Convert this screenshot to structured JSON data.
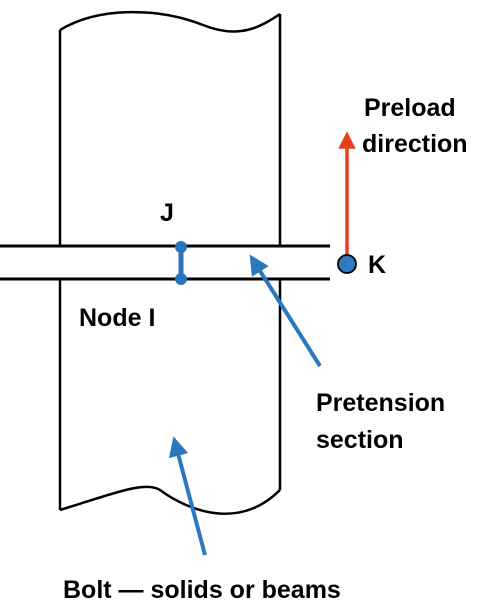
{
  "labels": {
    "preload_line1": "Preload",
    "preload_line2": "direction",
    "node_j": "J",
    "node_k": "K",
    "node_i": "Node I",
    "pretension_line1": "Pretension",
    "pretension_line2": "section",
    "bolt": "Bolt — solids or beams"
  },
  "colors": {
    "outline": "#000000",
    "node": "#2874b8",
    "node_k": "#2e7bc0",
    "pointer_arrow": "#2a78bd",
    "preload_arrow": "#e8401c",
    "background": "#ffffff"
  }
}
